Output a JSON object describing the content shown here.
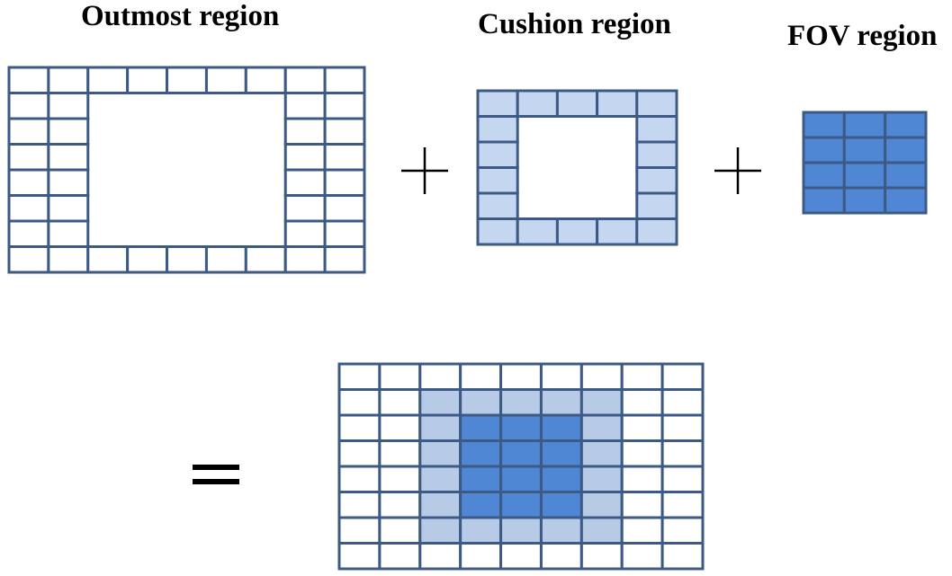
{
  "labels": {
    "outmost": "Outmost region",
    "cushion": "Cushion region",
    "fov": "FOV region"
  },
  "operators": {
    "plus": "+",
    "equals": "="
  },
  "colors": {
    "grid_stroke": "#3C5A85",
    "outmost_fill": "#FFFFFF",
    "cushion_fill": "#C5D7F0",
    "cushion_fill_combined": "#B7CBE6",
    "fov_fill": "#4F87D4"
  },
  "grids": {
    "outmost": {
      "cols": 9,
      "rows": 8,
      "hollow_border": 2
    },
    "cushion": {
      "cols": 5,
      "rows": 6,
      "hollow_border": 1
    },
    "fov": {
      "cols": 3,
      "rows": 4
    },
    "combined": {
      "cols": 9,
      "rows": 8
    }
  }
}
